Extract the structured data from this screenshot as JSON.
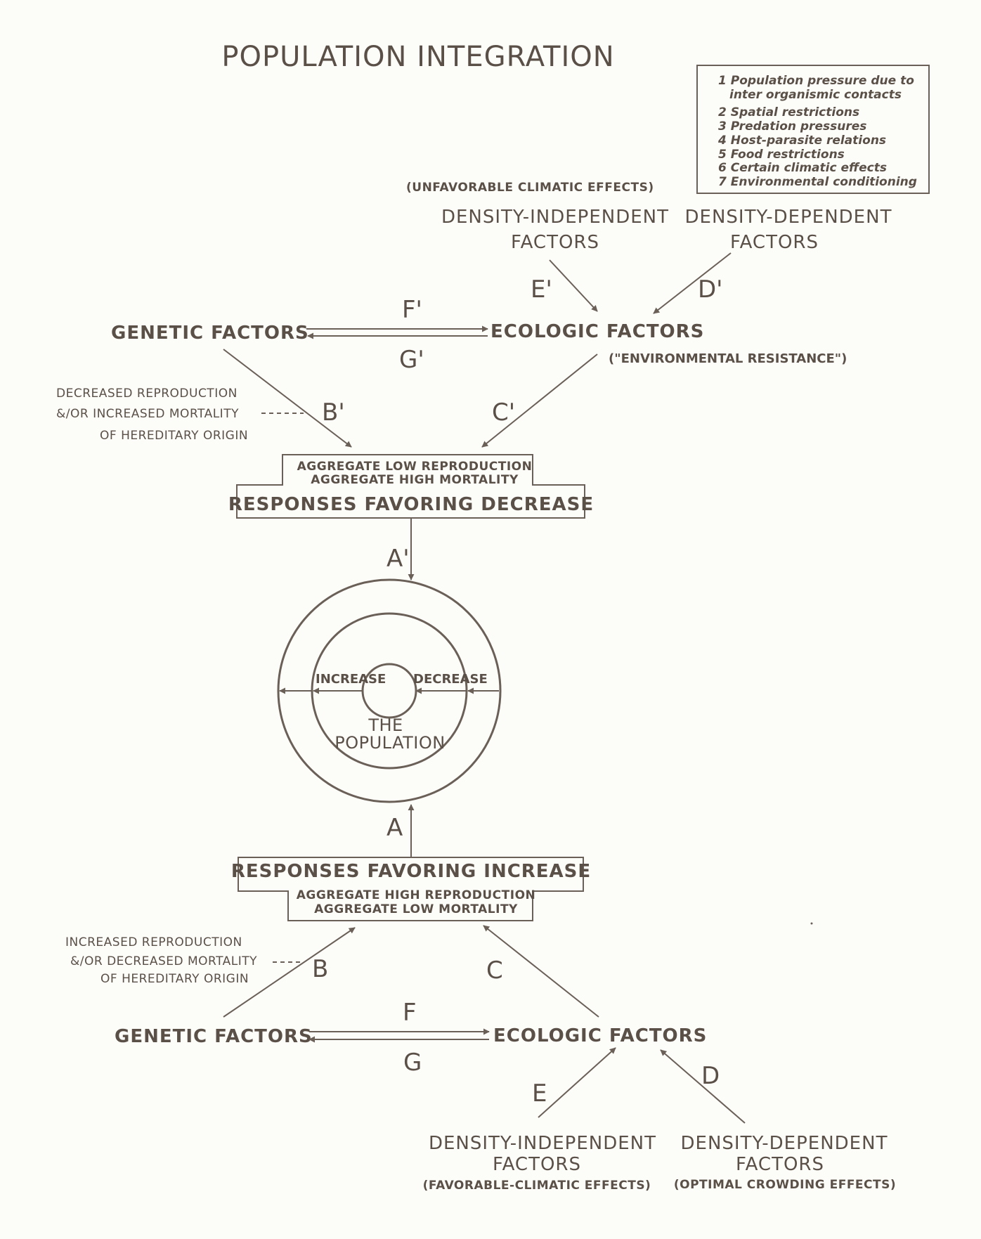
{
  "title": "POPULATION INTEGRATION",
  "legend": {
    "items": [
      "1 Population pressure due to",
      "inter organismic contacts",
      "2 Spatial restrictions",
      "3 Predation pressures",
      "4 Host-parasite relations",
      "5 Food restrictions",
      "6 Certain climatic effects",
      "7 Environmental conditioning"
    ]
  },
  "top": {
    "unfavorable_note": "(UNFAVORABLE CLIMATIC EFFECTS)",
    "di_line1": "DENSITY-INDEPENDENT",
    "di_line2": "FACTORS",
    "dd_line1": "DENSITY-DEPENDENT",
    "dd_line2": "FACTORS",
    "genetic": "GENETIC FACTORS",
    "ecologic": "ECOLOGIC FACTORS",
    "env_resistance": "(\"ENVIRONMENTAL RESISTANCE\")",
    "hereditary_note": [
      "DECREASED REPRODUCTION",
      "&/OR INCREASED MORTALITY",
      "OF HEREDITARY ORIGIN"
    ],
    "box_line1": "AGGREGATE LOW REPRODUCTION",
    "box_line2": "AGGREGATE HIGH MORTALITY",
    "box_main": "RESPONSES FAVORING DECREASE",
    "labels": {
      "E": "E'",
      "D": "D'",
      "F": "F'",
      "G": "G'",
      "B": "B'",
      "C": "C'",
      "A": "A'"
    }
  },
  "center": {
    "increase": "INCREASE",
    "decrease": "DECREASE",
    "the": "THE",
    "population": "POPULATION"
  },
  "bottom": {
    "box_main": "RESPONSES FAVORING INCREASE",
    "box_line1": "AGGREGATE HIGH REPRODUCTION",
    "box_line2": "AGGREGATE LOW MORTALITY",
    "hereditary_note": [
      "INCREASED REPRODUCTION",
      "&/OR DECREASED MORTALITY",
      "OF HEREDITARY ORIGIN"
    ],
    "genetic": "GENETIC FACTORS",
    "ecologic": "ECOLOGIC FACTORS",
    "di_line1": "DENSITY-INDEPENDENT",
    "di_line2": "FACTORS",
    "di_note": "(FAVORABLE-CLIMATIC EFFECTS)",
    "dd_line1": "DENSITY-DEPENDENT",
    "dd_line2": "FACTORS",
    "dd_note": "(OPTIMAL CROWDING EFFECTS)",
    "labels": {
      "A": "A",
      "B": "B",
      "C": "C",
      "D": "D",
      "E": "E",
      "F": "F",
      "G": "G"
    }
  }
}
